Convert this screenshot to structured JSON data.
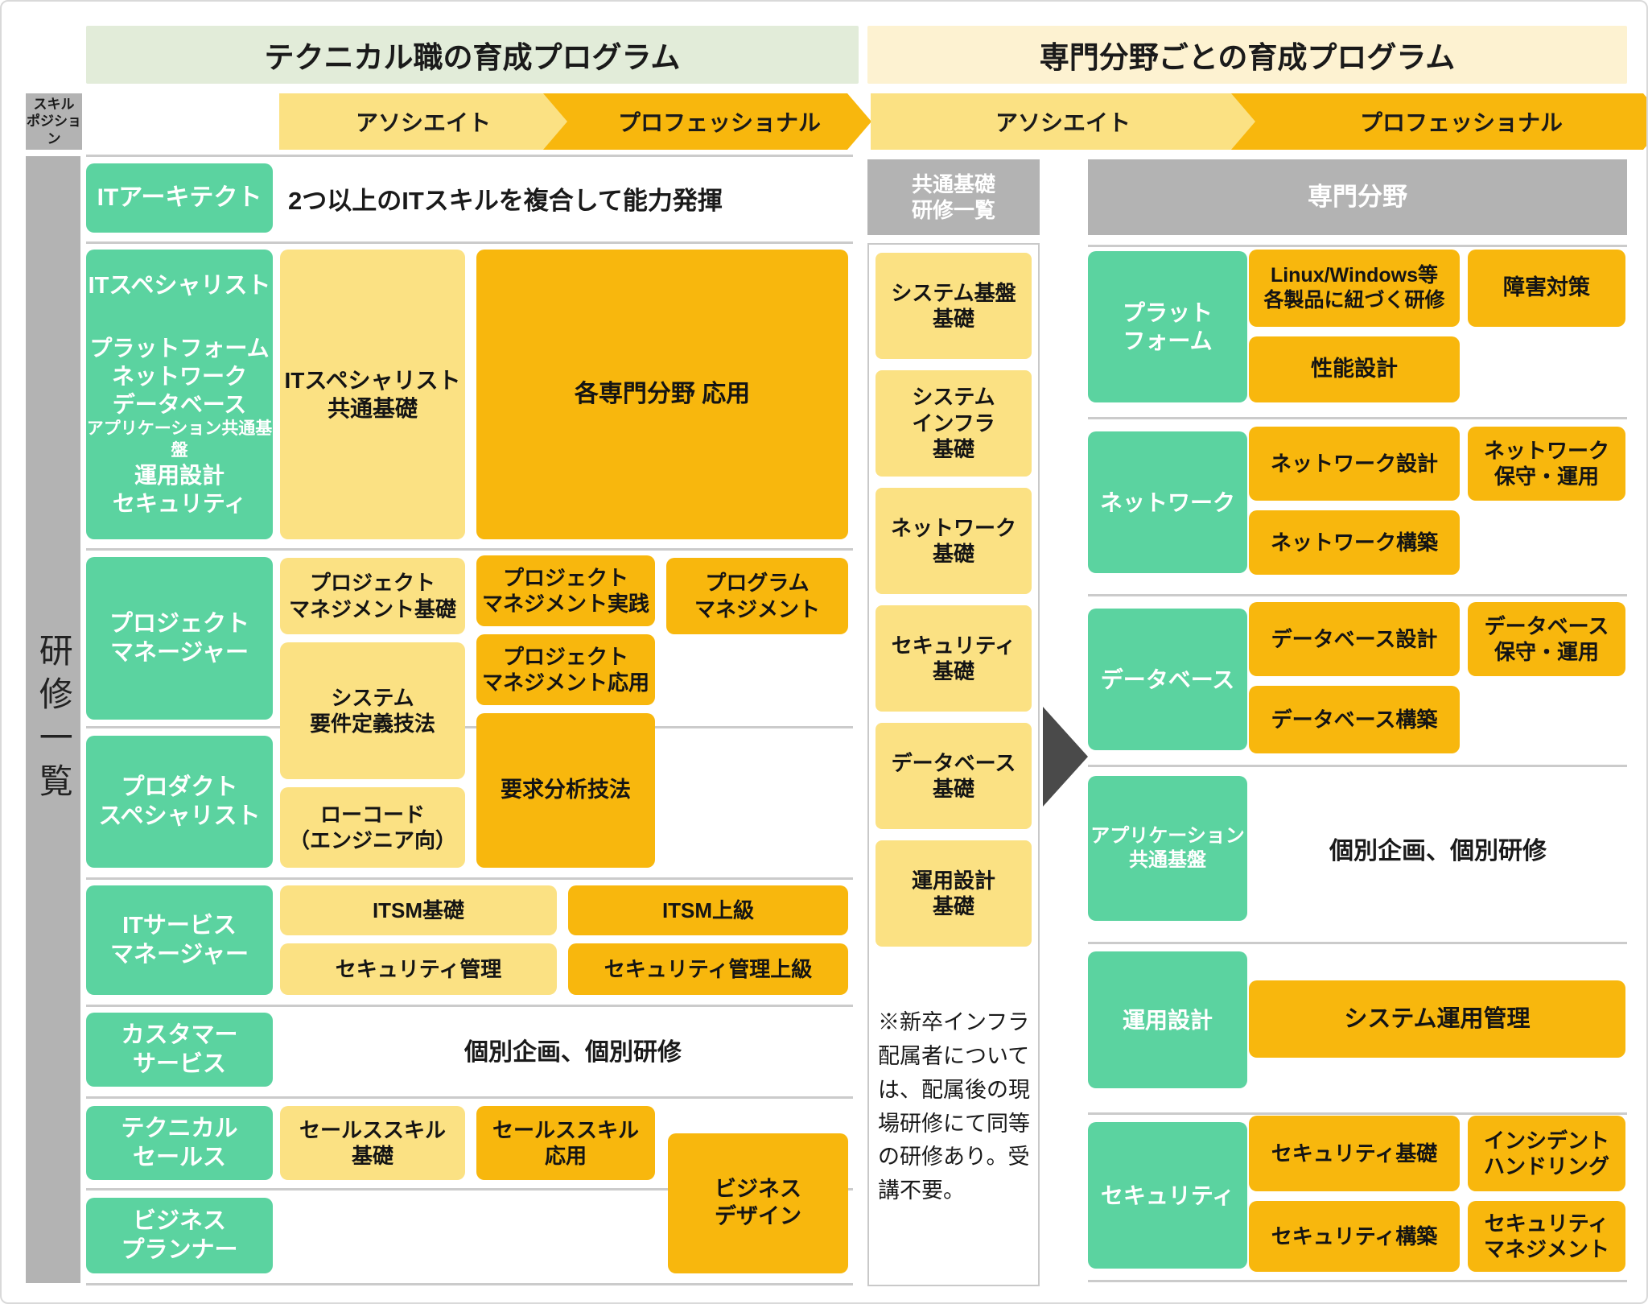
{
  "headers": {
    "left": "テクニカル職の育成プログラム",
    "right": "専門分野ごとの育成プログラム"
  },
  "skill_position": "スキル\nポジション",
  "levels": {
    "associate": "アソシエイト",
    "professional": "プロフェッショナル"
  },
  "sidebar": {
    "label": "研修一覧"
  },
  "colors": {
    "green": "#5bd3a0",
    "light_yellow": "#fbe183",
    "orange": "#f8b70d",
    "gray": "#b3b3b3",
    "header_green_bg": "#e2ecd9",
    "header_cream_bg": "#fdf2d1",
    "divider": "#cbcbcb",
    "arrow_dark": "#4a4a4a"
  },
  "left_section": {
    "it_architect": {
      "role": "ITアーキテクト",
      "desc": "2つ以上のITスキルを複合して能力発揮"
    },
    "it_specialist": {
      "role": "ITスペシャリスト",
      "subs": [
        "プラットフォーム",
        "ネットワーク",
        "データベース",
        "アプリケーション共通基盤",
        "運用設計",
        "セキュリティ"
      ],
      "common": "ITスペシャリスト\n共通基礎",
      "applied": "各専門分野 応用"
    },
    "project_manager": {
      "role": "プロジェクト\nマネージャー",
      "pm_basic": "プロジェクト\nマネジメント基礎",
      "pm_practice": "プロジェクト\nマネジメント実践",
      "program_mgmt": "プログラム\nマネジメント",
      "sys_req": "システム\n要件定義技法",
      "pm_advanced": "プロジェクト\nマネジメント応用",
      "req_analysis": "要求分析技法"
    },
    "product_specialist": {
      "role": "プロダクト\nスペシャリスト",
      "low_code": "ローコード\n（エンジニア向）"
    },
    "it_service_manager": {
      "role": "ITサービス\nマネージャー",
      "itsm_basic": "ITSM基礎",
      "itsm_advanced": "ITSM上級",
      "security_mgmt": "セキュリティ管理",
      "security_mgmt_advanced": "セキュリティ管理上級"
    },
    "customer_service": {
      "role": "カスタマー\nサービス",
      "note": "個別企画、個別研修"
    },
    "technical_sales": {
      "role": "テクニカル\nセールス",
      "sales_basic": "セールススキル\n基礎",
      "sales_advanced": "セールススキル\n応用",
      "business_design": "ビジネス\nデザイン"
    },
    "business_planner": {
      "role": "ビジネス\nプランナー"
    }
  },
  "middle": {
    "header": "共通基礎\n研修一覧",
    "courses": [
      {
        "label": "システム基盤\n基礎"
      },
      {
        "label": "システム\nインフラ\n基礎"
      },
      {
        "label": "ネットワーク\n基礎"
      },
      {
        "label": "セキュリティ\n基礎"
      },
      {
        "label": "データベース\n基礎"
      },
      {
        "label": "運用設計\n基礎"
      }
    ],
    "note": "※新卒インフラ配属者については、配属後の現場研修にて同等の研修あり。受講不要。"
  },
  "right_section": {
    "header": "専門分野",
    "platform": {
      "role": "プラット\nフォーム",
      "c1": "Linux/Windows等\n各製品に紐づく研修",
      "c2": "障害対策",
      "c3": "性能設計"
    },
    "network": {
      "role": "ネットワーク",
      "c1": "ネットワーク設計",
      "c2": "ネットワーク\n保守・運用",
      "c3": "ネットワーク構築"
    },
    "database": {
      "role": "データベース",
      "c1": "データベース設計",
      "c2": "データベース\n保守・運用",
      "c3": "データベース構築"
    },
    "app_common": {
      "role": "アプリケーション\n共通基盤",
      "note": "個別企画、個別研修"
    },
    "operation_design": {
      "role": "運用設計",
      "c1": "システム運用管理"
    },
    "security": {
      "role": "セキュリティ",
      "c1": "セキュリティ基礎",
      "c2": "インシデント\nハンドリング",
      "c3": "セキュリティ構築",
      "c4": "セキュリティ\nマネジメント"
    }
  }
}
